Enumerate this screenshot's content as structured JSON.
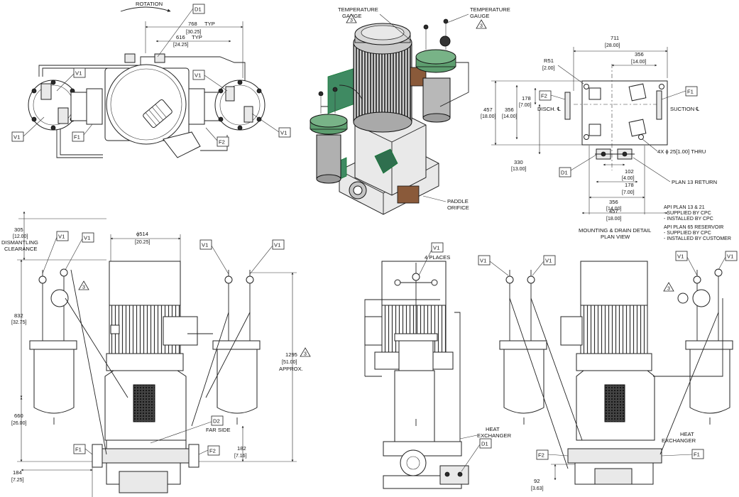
{
  "plan_view": {
    "rotation": "ROTATION",
    "dim_768": "768",
    "dim_768_in": "[30.25]",
    "typ": "TYP",
    "dim_616": "616",
    "dim_616_in": "[24.25]",
    "tags": [
      "D1",
      "V1",
      "V1",
      "V1",
      "V1",
      "F1",
      "F2"
    ]
  },
  "iso_view": {
    "temp_gauge": [
      "TEMPERATURE",
      "GAUGE"
    ],
    "note_number": "3",
    "paddle_orifice": [
      "PADDLE",
      "ORIFICE"
    ]
  },
  "mounting_detail": {
    "dim_711": "711",
    "dim_711_in": "[28.00]",
    "dim_356": "356",
    "dim_356_in": "[14.00]",
    "r51": "R51",
    "r51_in": "[2.00]",
    "dim_457": "457",
    "dim_457_in": "[18.00]",
    "dim_178": "178",
    "dim_178_in": "[7.00]",
    "disch": "DISCH. ℄",
    "suction": "SUCTION ℄",
    "holes": "4X ϕ 25[1.00] THRU",
    "dim_330": "330",
    "dim_330_in": "[13.00]",
    "dim_102": "102",
    "dim_102_in": "[4.00]",
    "plan13_return": "PLAN 13 RETURN",
    "caption": [
      "MOUNTING & DRAIN DETAIL",
      "PLAN VIEW"
    ],
    "tags": [
      "F1",
      "F2",
      "D1"
    ]
  },
  "notes": {
    "lines": [
      "API PLAN 13 & 21",
      "- SUPPLIED BY CPC",
      "- INSTALLED BY CPC",
      "API PLAN 65 RESERVOIR",
      "- SUPPLIED BY CPC",
      "- INSTALLED BY CUSTOMER"
    ]
  },
  "front_view": {
    "dim_305": "305",
    "dim_305_in": "[12.00]",
    "dismantling": [
      "DISMANTLING",
      "CLEARANCE"
    ],
    "dim_514": "ϕ514",
    "dim_514_in": "[20.25]",
    "dim_832": "832",
    "dim_832_in": "[32.75]",
    "dim_660": "660",
    "dim_660_in": "[26.00]",
    "dim_1295": "1295",
    "dim_1295_in": "[51.00]",
    "approx": "APPROX.",
    "far_side": "FAR SIDE",
    "dim_182": "182",
    "dim_182_in": "[7.16]",
    "dim_184": "184",
    "dim_184_in": "[7.25]",
    "tags": [
      "V1",
      "V1",
      "V1",
      "V1",
      "D2",
      "F1",
      "F2"
    ]
  },
  "side_view": {
    "four_places": "4 PLACES",
    "heat_exchanger": [
      "HEAT",
      "EXCHANGER"
    ],
    "tags": [
      "V1",
      "D1"
    ]
  },
  "rear_view": {
    "heat_exchanger": [
      "HEAT",
      "EXCHANGER"
    ],
    "dim_92": "92",
    "dim_92_in": "[3.63]",
    "tags": [
      "V1",
      "V1",
      "V1",
      "V1",
      "F2",
      "F1"
    ]
  }
}
